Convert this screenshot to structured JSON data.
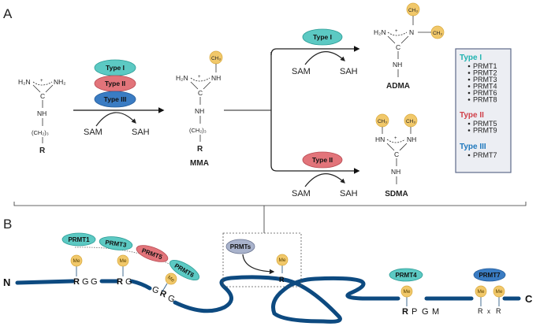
{
  "panels": {
    "a": {
      "label": "A",
      "substrate": {
        "left_group": "H₂N",
        "right_group": "NH₂",
        "charge": "+",
        "center": "C",
        "nh": "NH",
        "chain": "(CH₂)₃",
        "r": "R"
      },
      "enzymes_first_step": [
        "Type I",
        "Type II",
        "Type III"
      ],
      "cofactor_in": "SAM",
      "cofactor_out": "SAH",
      "mma": {
        "name": "MMA",
        "left_group": "H₂N",
        "right_group": "NH",
        "charge": "+",
        "center": "C",
        "nh": "NH",
        "chain": "(CH₂)₃",
        "r": "R",
        "methyl": "CH₃"
      },
      "branch_top": {
        "enzyme": "Type I",
        "cofactor_in": "SAM",
        "cofactor_out": "SAH",
        "product": {
          "name": "ADMA",
          "left_group": "H₂N",
          "right_group": "N",
          "charge": "+",
          "center": "C",
          "nh": "NH",
          "methyl": "CH₃"
        }
      },
      "branch_bottom": {
        "enzyme": "Type II",
        "cofactor_in": "SAM",
        "cofactor_out": "SAH",
        "product": {
          "name": "SDMA",
          "left_group": "HN",
          "right_group": "NH",
          "charge": "+",
          "center": "C",
          "nh": "NH",
          "methyl": "CH₃"
        }
      },
      "legend": {
        "groups": [
          {
            "title": "Type I",
            "color": "#1fb3b0",
            "items": [
              "PRMT1",
              "PRMT2",
              "PRMT3",
              "PRMT4",
              "PRMT6",
              "PRMT8"
            ]
          },
          {
            "title": "Type II",
            "color": "#d0404a",
            "items": [
              "PRMT5",
              "PRMT9"
            ]
          },
          {
            "title": "Type III",
            "color": "#1f78bd",
            "items": [
              "PRMT7"
            ]
          }
        ]
      }
    },
    "b": {
      "label": "B",
      "n_terminus": "N",
      "c_terminus": "C",
      "me": "Me",
      "rgg_enzymes": [
        "PRMT1",
        "PRMT3",
        "PRMT5",
        "PRMT6"
      ],
      "inset_enzyme": "PRMTs",
      "inset_residue": "R",
      "motif_rgg": [
        "R",
        "G",
        "G"
      ],
      "motif_rg": [
        "R",
        "G"
      ],
      "motif_grg": [
        "G",
        "R",
        "G"
      ],
      "motif_rpgm": {
        "enzyme": "PRMT4",
        "letters": [
          "R",
          "P",
          "G",
          "M"
        ]
      },
      "motif_rxr": {
        "enzyme": "PRMT7",
        "letters": [
          "R",
          "x",
          "R"
        ]
      }
    }
  },
  "colors": {
    "type1": "#5cc9c3",
    "type2": "#e2747a",
    "type3": "#3a7cc3",
    "prmts": "#a9b3cc",
    "methyl": "#f1c86a",
    "protein": "#0d4a80",
    "legend_bg": "#eceef3",
    "legend_border": "#5e6a8a"
  }
}
